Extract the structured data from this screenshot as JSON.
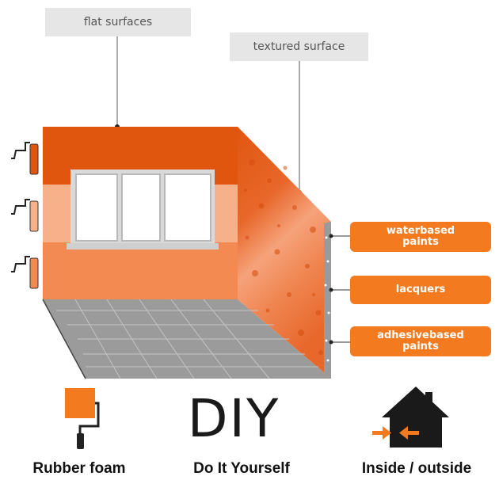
{
  "callouts": {
    "flat": "flat surfaces",
    "textured": "textured surface"
  },
  "paint_types": [
    {
      "line1": "waterbased",
      "line2": "paints"
    },
    {
      "line1": "lacquers",
      "line2": ""
    },
    {
      "line1": "adhesivebased",
      "line2": "paints"
    }
  ],
  "features": {
    "rubber_foam": "Rubber foam",
    "diy_logo": "DIY",
    "diy": "Do It Yourself",
    "inside_outside": "Inside / outside"
  },
  "colors": {
    "dark_orange": "#e0560f",
    "mid_orange": "#f28a52",
    "light_orange": "#f7b18a",
    "accent": "#f47a20",
    "floor": "#9b9b9b"
  },
  "icons": [
    "paint-roller-icon",
    "house-icon",
    "arrows-icon"
  ]
}
